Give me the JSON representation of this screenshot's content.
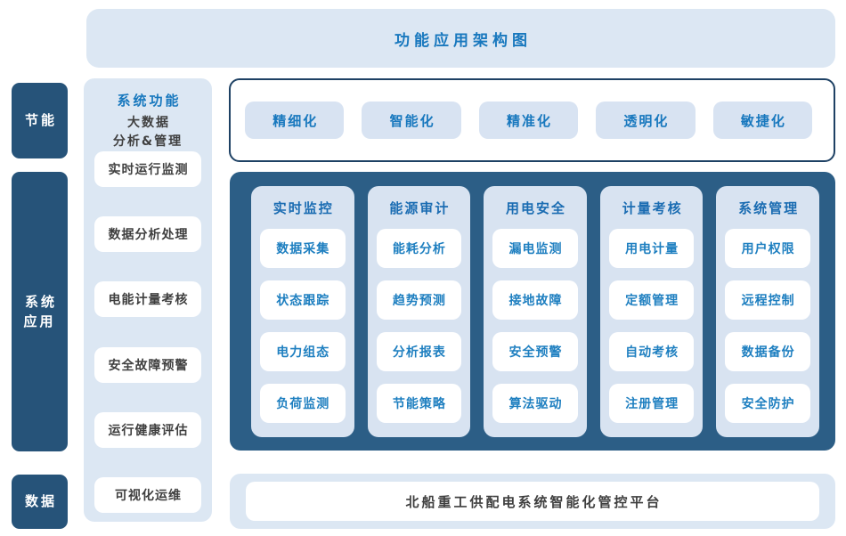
{
  "colors": {
    "navy_rail": "#265379",
    "navy_panel": "#2c5e86",
    "border_navy": "#1e4164",
    "light_blue_banner": "#dce7f3",
    "light_blue_column": "#d8e3f1",
    "blue_text": "#1878be",
    "column_header_blue": "#1a6cb2",
    "item_blue": "#1e7fc0",
    "dark_text": "#3f3f3f",
    "white": "#ffffff"
  },
  "title_banner": {
    "label": "功能应用架构图"
  },
  "left_rail": {
    "items": [
      "节能",
      "系统应用",
      "数据"
    ]
  },
  "system_functions": {
    "title": "系统功能",
    "subtitle_line1": "大数据",
    "subtitle_line2": "分析&管理",
    "items": [
      "实时运行监测",
      "数据分析处理",
      "电能计量考核",
      "安全故障预警",
      "运行健康评估",
      "可视化运维"
    ]
  },
  "qualities": {
    "items": [
      "精细化",
      "智能化",
      "精准化",
      "透明化",
      "敏捷化"
    ]
  },
  "modules": {
    "columns": [
      {
        "header": "实时监控",
        "items": [
          "数据采集",
          "状态跟踪",
          "电力组态",
          "负荷监测"
        ]
      },
      {
        "header": "能源审计",
        "items": [
          "能耗分析",
          "趋势预测",
          "分析报表",
          "节能策略"
        ]
      },
      {
        "header": "用电安全",
        "items": [
          "漏电监测",
          "接地故障",
          "安全预警",
          "算法驱动"
        ]
      },
      {
        "header": "计量考核",
        "items": [
          "用电计量",
          "定额管理",
          "自动考核",
          "注册管理"
        ]
      },
      {
        "header": "系统管理",
        "items": [
          "用户权限",
          "远程控制",
          "数据备份",
          "安全防护"
        ]
      }
    ]
  },
  "platform_banner": {
    "label": "北船重工供配电系统智能化管控平台"
  }
}
